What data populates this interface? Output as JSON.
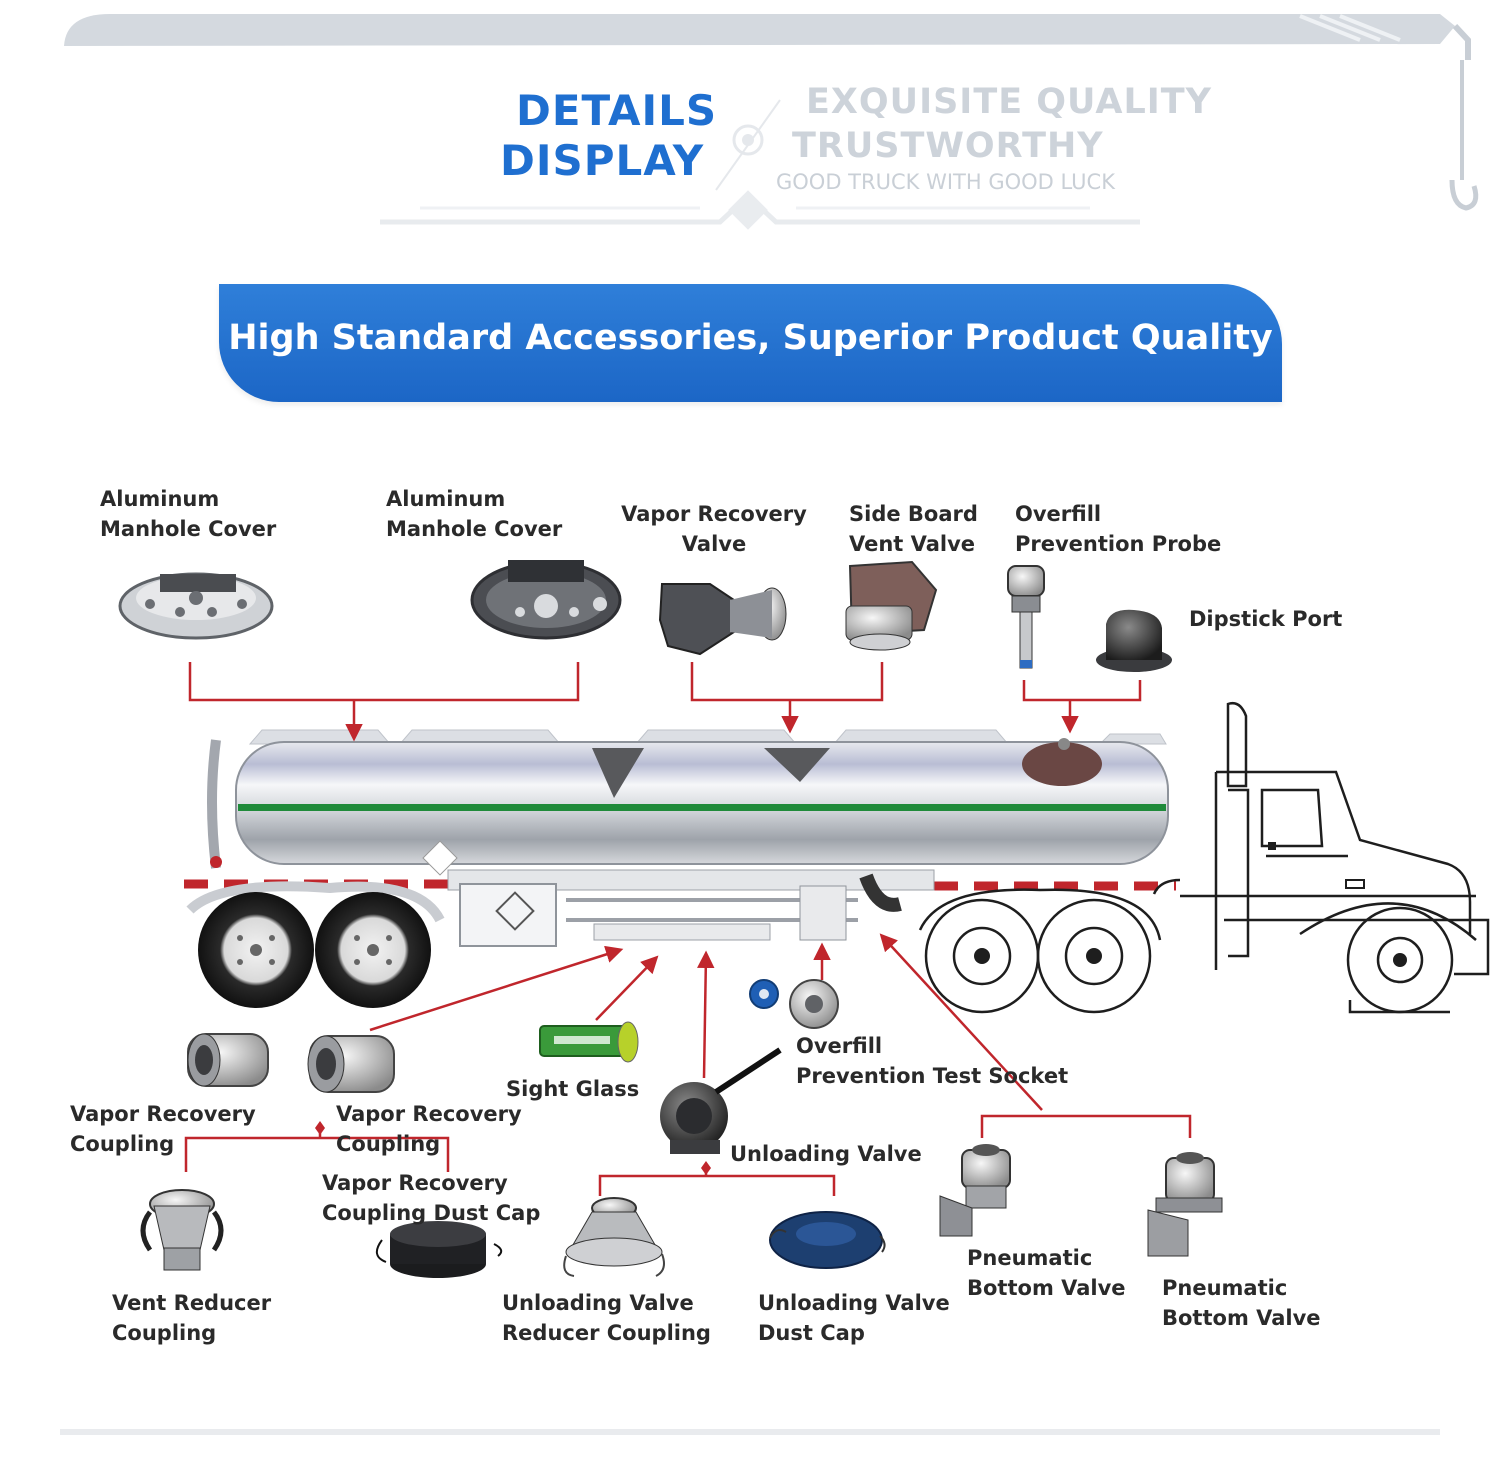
{
  "header": {
    "details": "DETAILS",
    "display": "DISPLAY",
    "exquisite": "EXQUISITE QUALITY",
    "trustworthy": "TRUSTWORTHY",
    "tagline": "GOOD TRUCK WITH GOOD LUCK"
  },
  "banner": {
    "text": "High Standard Accessories, Superior Product Quality"
  },
  "labels": {
    "manhole_1": [
      "Aluminum",
      "Manhole Cover"
    ],
    "manhole_2": [
      "Aluminum",
      "Manhole Cover"
    ],
    "vapor_valve": [
      "Vapor Recovery",
      "Valve"
    ],
    "side_board": [
      "Side Board",
      "Vent Valve"
    ],
    "overfill_probe": [
      "Overfill",
      "Prevention Probe"
    ],
    "dipstick": "Dipstick Port",
    "vapor_coupling_1": [
      "Vapor Recovery",
      "Coupling"
    ],
    "vapor_coupling_2": [
      "Vapor Recovery",
      "Coupling"
    ],
    "sight_glass": "Sight Glass",
    "overfill_socket": [
      "Overfill",
      "Prevention Test Socket"
    ],
    "unloading_valve": "Unloading Valve",
    "dust_cap_vapor": [
      "Vapor Recovery",
      "Coupling Dust Cap"
    ],
    "vent_reducer": [
      "Vent Reducer",
      "Coupling"
    ],
    "unloading_reducer": [
      "Unloading Valve",
      "Reducer Coupling"
    ],
    "unloading_dust": [
      "Unloading Valve",
      "Dust Cap"
    ],
    "pneumatic_1": [
      "Pneumatic",
      "Bottom Valve"
    ],
    "pneumatic_2": [
      "Pneumatic",
      "Bottom Valve"
    ]
  },
  "colors": {
    "accent_blue": "#1f6fd0",
    "arrow_red": "#c0262c",
    "tank_stripe": "#1f8a3a"
  }
}
